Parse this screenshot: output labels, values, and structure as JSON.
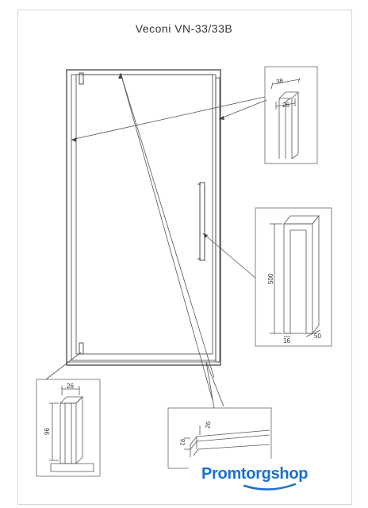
{
  "title": "Veconi VN-33/33B",
  "dims": {
    "profile_outer": "38",
    "profile_inner": "26",
    "handle_height": "500",
    "handle_depth": "16",
    "handle_offset": "50",
    "hinge_width": "26",
    "hinge_height": "96",
    "seal_width": "26",
    "seal_height": "16"
  },
  "logo": {
    "text_a": "Promtorg",
    "text_b": "shop"
  },
  "colors": {
    "line": "#555555",
    "frame": "#444444",
    "brand": "#1a6fd1"
  }
}
